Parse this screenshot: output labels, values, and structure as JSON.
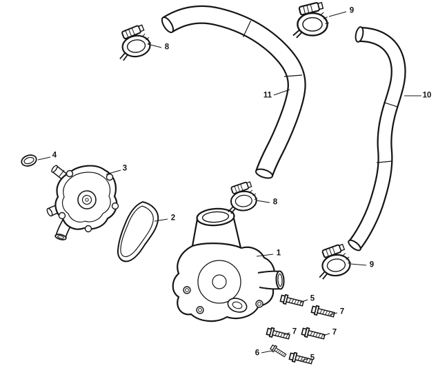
{
  "diagram": {
    "kind": "exploded-parts-diagram",
    "subject": "water-pump-and-coolant-hoses",
    "line_color": "#151515",
    "background_color": "#ffffff",
    "callouts": [
      {
        "label": "8",
        "part": "hose-clamp-upper-left"
      },
      {
        "label": "9",
        "part": "hose-clamp-top"
      },
      {
        "label": "11",
        "part": "upper-coolant-hose"
      },
      {
        "label": "10",
        "part": "right-coolant-hose"
      },
      {
        "label": "4",
        "part": "o-ring"
      },
      {
        "label": "3",
        "part": "pump-rear-assembly"
      },
      {
        "label": "2",
        "part": "gasket"
      },
      {
        "label": "8",
        "part": "hose-clamp-middle"
      },
      {
        "label": "1",
        "part": "water-pump-housing"
      },
      {
        "label": "9",
        "part": "hose-clamp-lower-right"
      },
      {
        "label": "5",
        "part": "flange-bolt"
      },
      {
        "label": "7",
        "part": "flange-bolt"
      },
      {
        "label": "7",
        "part": "flange-bolt"
      },
      {
        "label": "7",
        "part": "flange-bolt"
      },
      {
        "label": "6",
        "part": "flange-bolt"
      },
      {
        "label": "5",
        "part": "flange-bolt"
      }
    ]
  }
}
